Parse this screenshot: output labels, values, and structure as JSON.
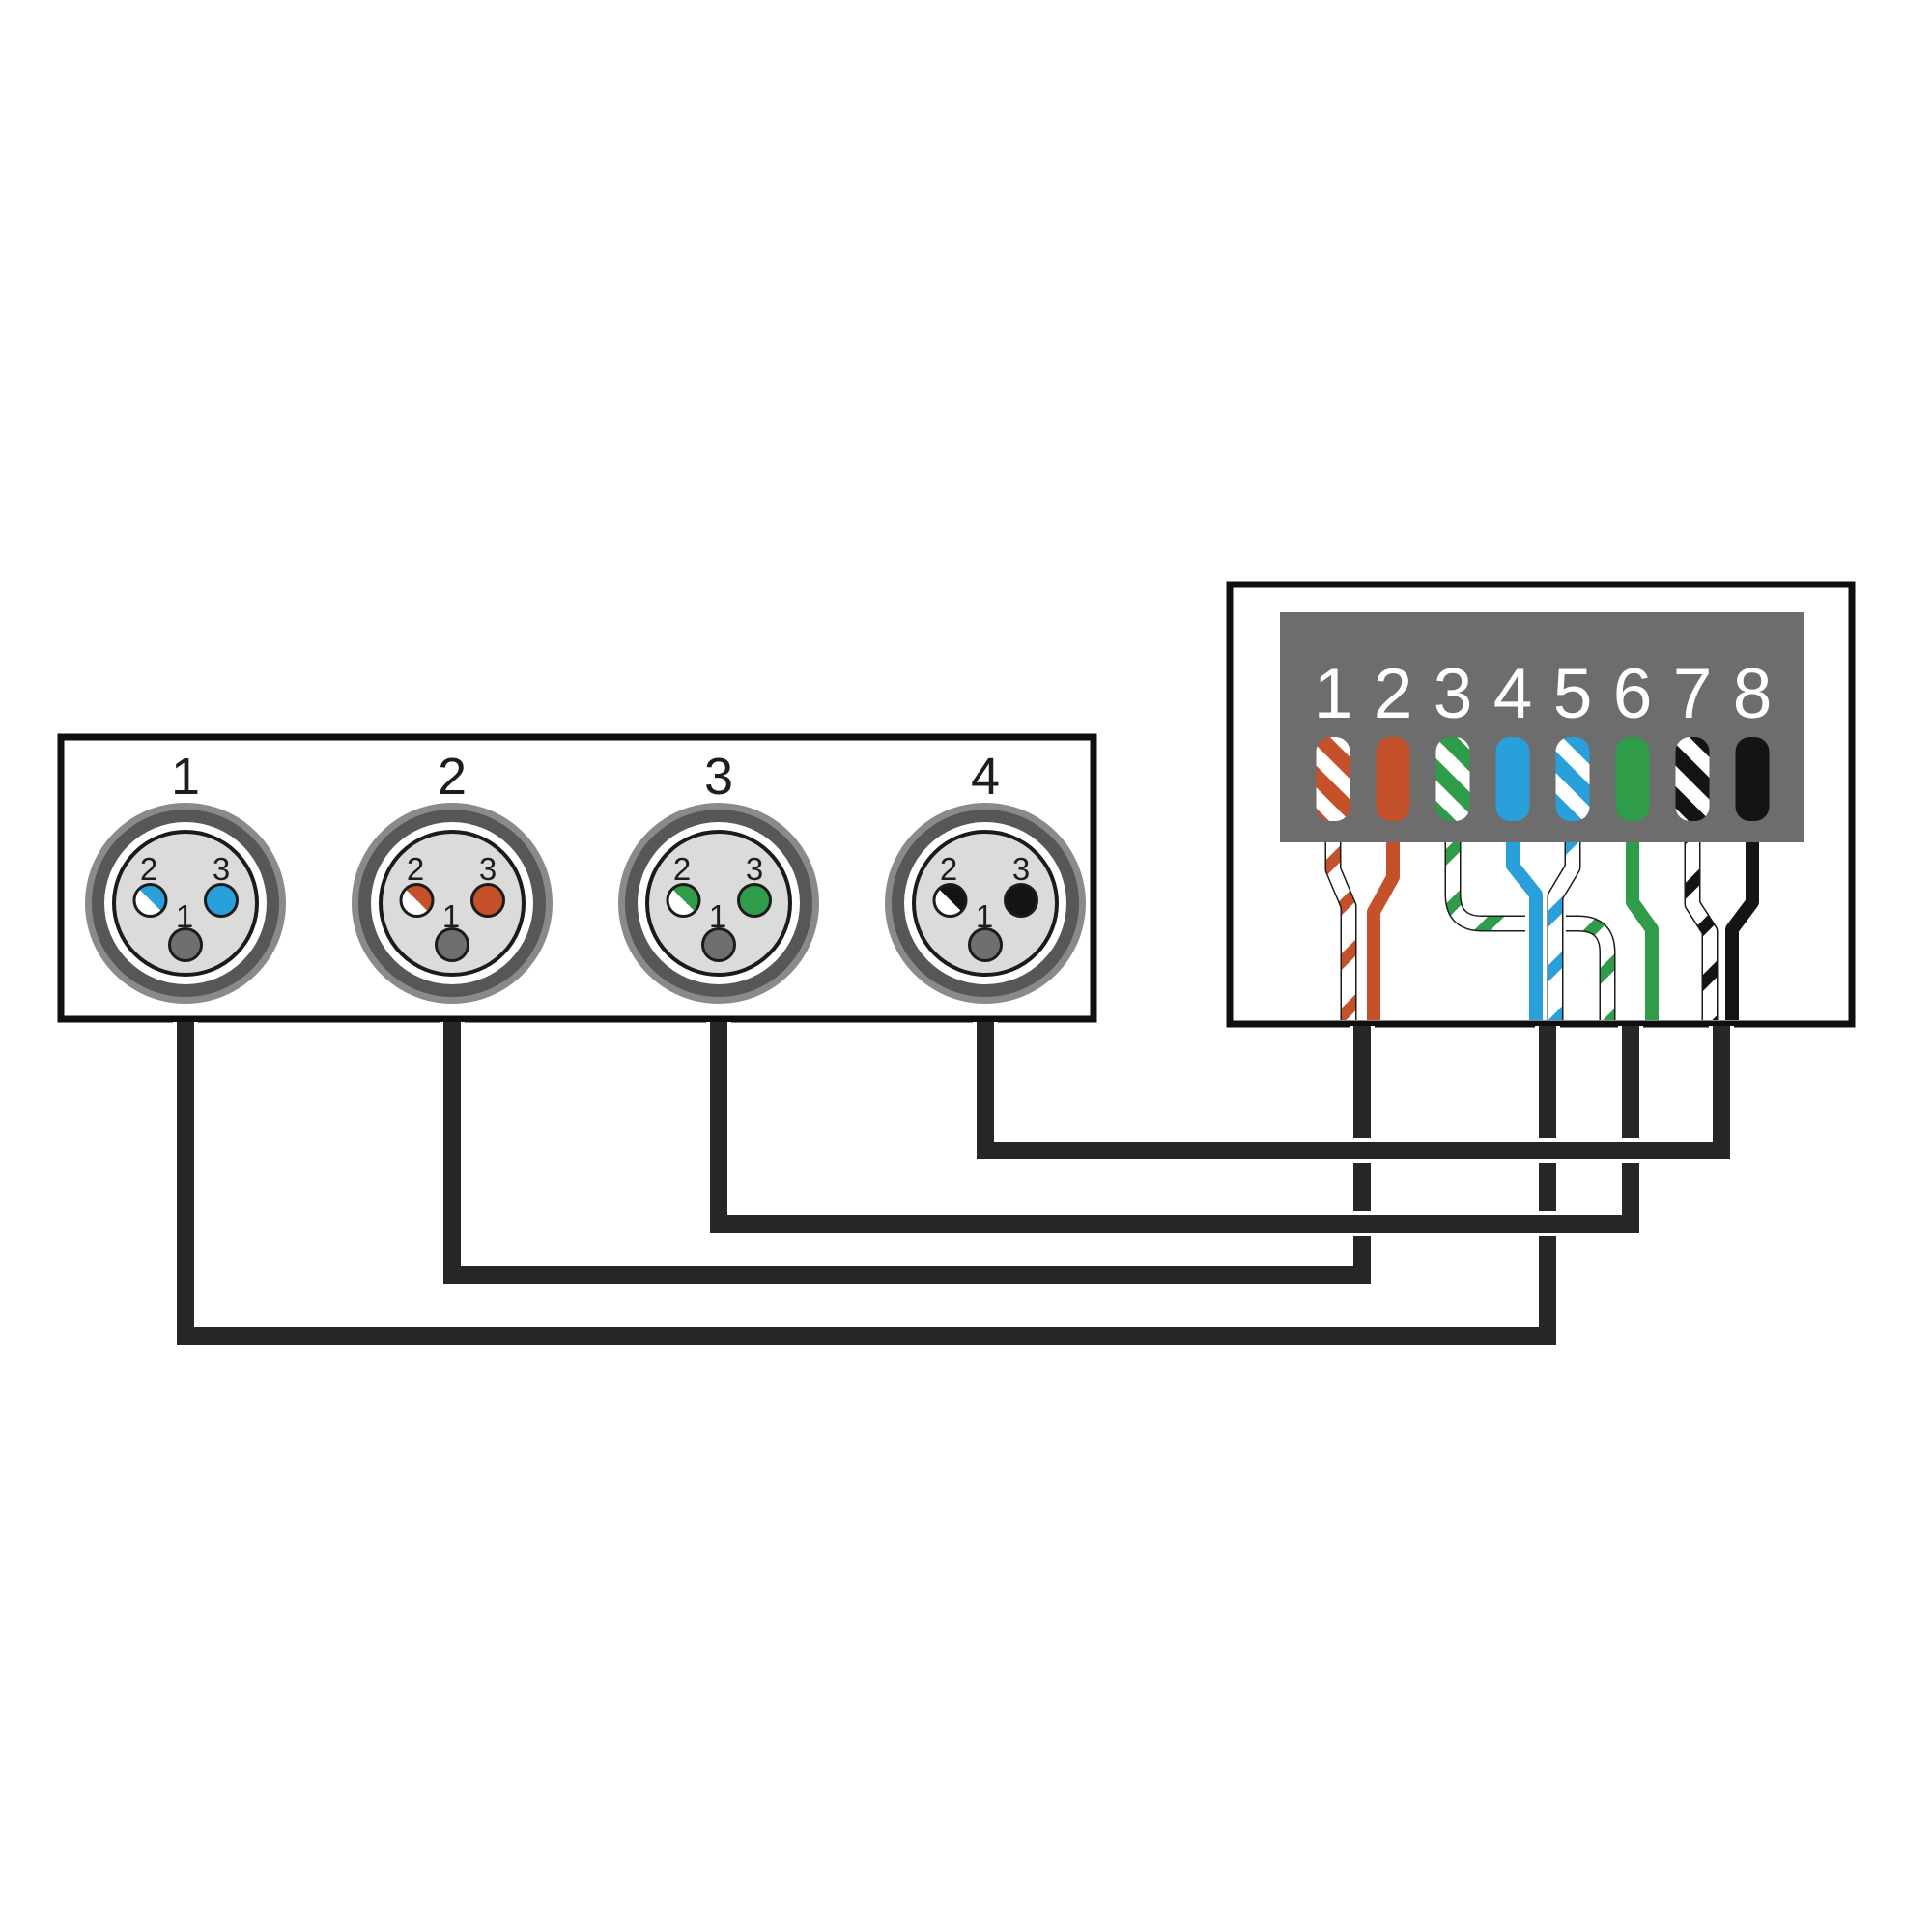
{
  "diagram": {
    "type": "wiring-pinout",
    "description_semantics": "Four XLR panel connectors wired to one RJ45 keystone jack, one twisted pair per XLR"
  },
  "colors": {
    "orange": "#c5512b",
    "green": "#2e9c48",
    "blue": "#2aa0da",
    "black": "#141414",
    "white": "#ffffff",
    "cable": "#272725",
    "border": "#0f0f0f",
    "jack_body": "#6d6d6d",
    "xlr_rim": "#8a8a8c",
    "xlr_ring": "#565759",
    "xlr_face": "#dbdbda",
    "xlr_outline": "#1b1b1b",
    "xlr_pin1": "#6f6f71",
    "label_text": "#1d1d1b",
    "slot_number_text": "#ffffff"
  },
  "xlr_panel": {
    "connectors": [
      {
        "label": "1",
        "pair": "blue",
        "pin2_label": "2",
        "pin3_label": "3",
        "pin1_label": "1"
      },
      {
        "label": "2",
        "pair": "orange",
        "pin2_label": "2",
        "pin3_label": "3",
        "pin1_label": "1"
      },
      {
        "label": "3",
        "pair": "green",
        "pin2_label": "2",
        "pin3_label": "3",
        "pin1_label": "1"
      },
      {
        "label": "4",
        "pair": "black",
        "pin2_label": "2",
        "pin3_label": "3",
        "pin1_label": "1"
      }
    ]
  },
  "rj45_jack": {
    "positions": [
      {
        "number": "1",
        "wire": "white-orange"
      },
      {
        "number": "2",
        "wire": "orange"
      },
      {
        "number": "3",
        "wire": "white-green"
      },
      {
        "number": "4",
        "wire": "blue"
      },
      {
        "number": "5",
        "wire": "white-blue"
      },
      {
        "number": "6",
        "wire": "green"
      },
      {
        "number": "7",
        "wire": "white-black"
      },
      {
        "number": "8",
        "wire": "black"
      }
    ]
  },
  "connections": [
    {
      "xlr": "1",
      "rj45_positions": [
        4,
        5
      ],
      "pair": "blue"
    },
    {
      "xlr": "2",
      "rj45_positions": [
        1,
        2
      ],
      "pair": "orange"
    },
    {
      "xlr": "3",
      "rj45_positions": [
        3,
        6
      ],
      "pair": "green"
    },
    {
      "xlr": "4",
      "rj45_positions": [
        7,
        8
      ],
      "pair": "black"
    }
  ]
}
